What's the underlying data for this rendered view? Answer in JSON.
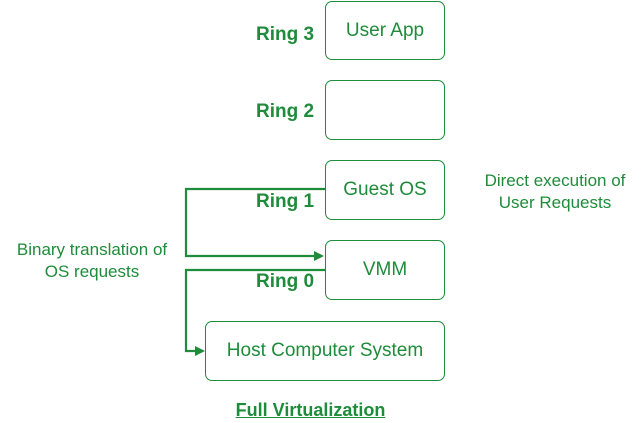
{
  "rings": {
    "ring3": "Ring 3",
    "ring2": "Ring 2",
    "ring1": "Ring 1",
    "ring0": "Ring 0"
  },
  "boxes": {
    "user_app": "User App",
    "empty": "",
    "guest_os": "Guest OS",
    "vmm": "VMM",
    "host": "Host Computer System"
  },
  "notes": {
    "direct_line1": "Direct execution of",
    "direct_line2": "User Requests",
    "binary_line1": "Binary translation of",
    "binary_line2": "OS requests"
  },
  "title": "Full Virtualization",
  "colors": {
    "accent": "#1e8c3a",
    "background": "#ffffff"
  }
}
